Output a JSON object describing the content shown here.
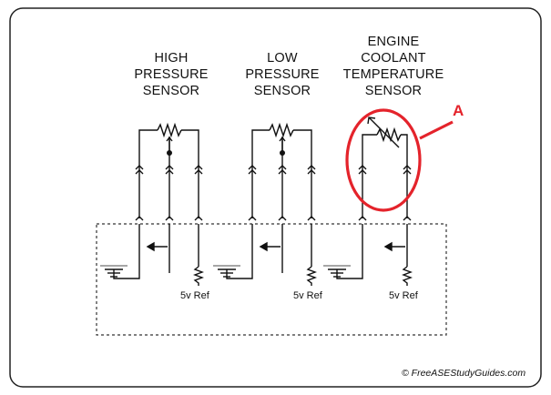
{
  "sensors": [
    {
      "lines": [
        "HIGH",
        "PRESSURE",
        "SENSOR"
      ]
    },
    {
      "lines": [
        "LOW",
        "PRESSURE",
        "SENSOR"
      ]
    },
    {
      "lines": [
        "ENGINE",
        "COOLANT",
        "TEMPERATURE",
        "SENSOR"
      ]
    }
  ],
  "ref_labels": [
    "5v Ref",
    "5v Ref",
    "5v Ref"
  ],
  "callout": {
    "letter": "A",
    "color": "#e4232b"
  },
  "credit": "© FreeASEStudyGuides.com"
}
